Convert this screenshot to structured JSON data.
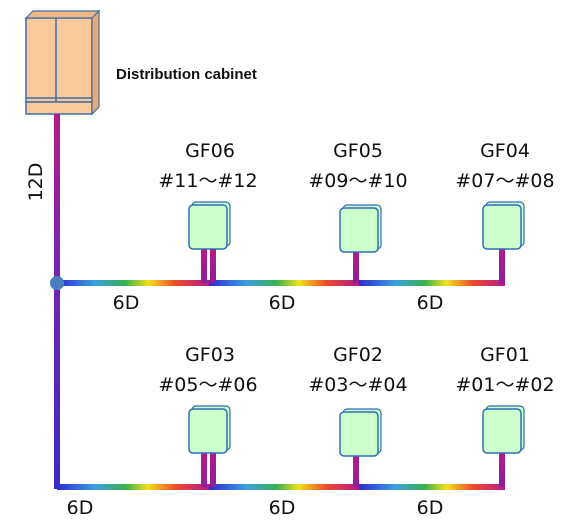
{
  "cabinet": {
    "label": "Distribution cabinet"
  },
  "trunk": {
    "label": "12D"
  },
  "rows": [
    {
      "nodes": [
        {
          "name": "GF06",
          "range": "#11～#12"
        },
        {
          "name": "GF05",
          "range": "#09～#10"
        },
        {
          "name": "GF04",
          "range": "#07～#08"
        }
      ],
      "segments": [
        "6D",
        "6D",
        "6D"
      ]
    },
    {
      "nodes": [
        {
          "name": "GF03",
          "range": "#05～#06"
        },
        {
          "name": "GF02",
          "range": "#03～#04"
        },
        {
          "name": "GF01",
          "range": "#01～#02"
        }
      ],
      "segments": [
        "6D",
        "6D",
        "6D"
      ]
    }
  ],
  "colors": {
    "cabinet_fill": "#f9c89b",
    "cabinet_stroke": "#3f6fa8",
    "box_fill": "#ccffcc",
    "box_stroke": "#2e6eb5",
    "junction": "#4a7fbf",
    "cable_gradient": [
      "#2d2bd0",
      "#3aa0e0",
      "#37b24d",
      "#f2e01e",
      "#ee4b2b",
      "#b51a8a"
    ]
  }
}
